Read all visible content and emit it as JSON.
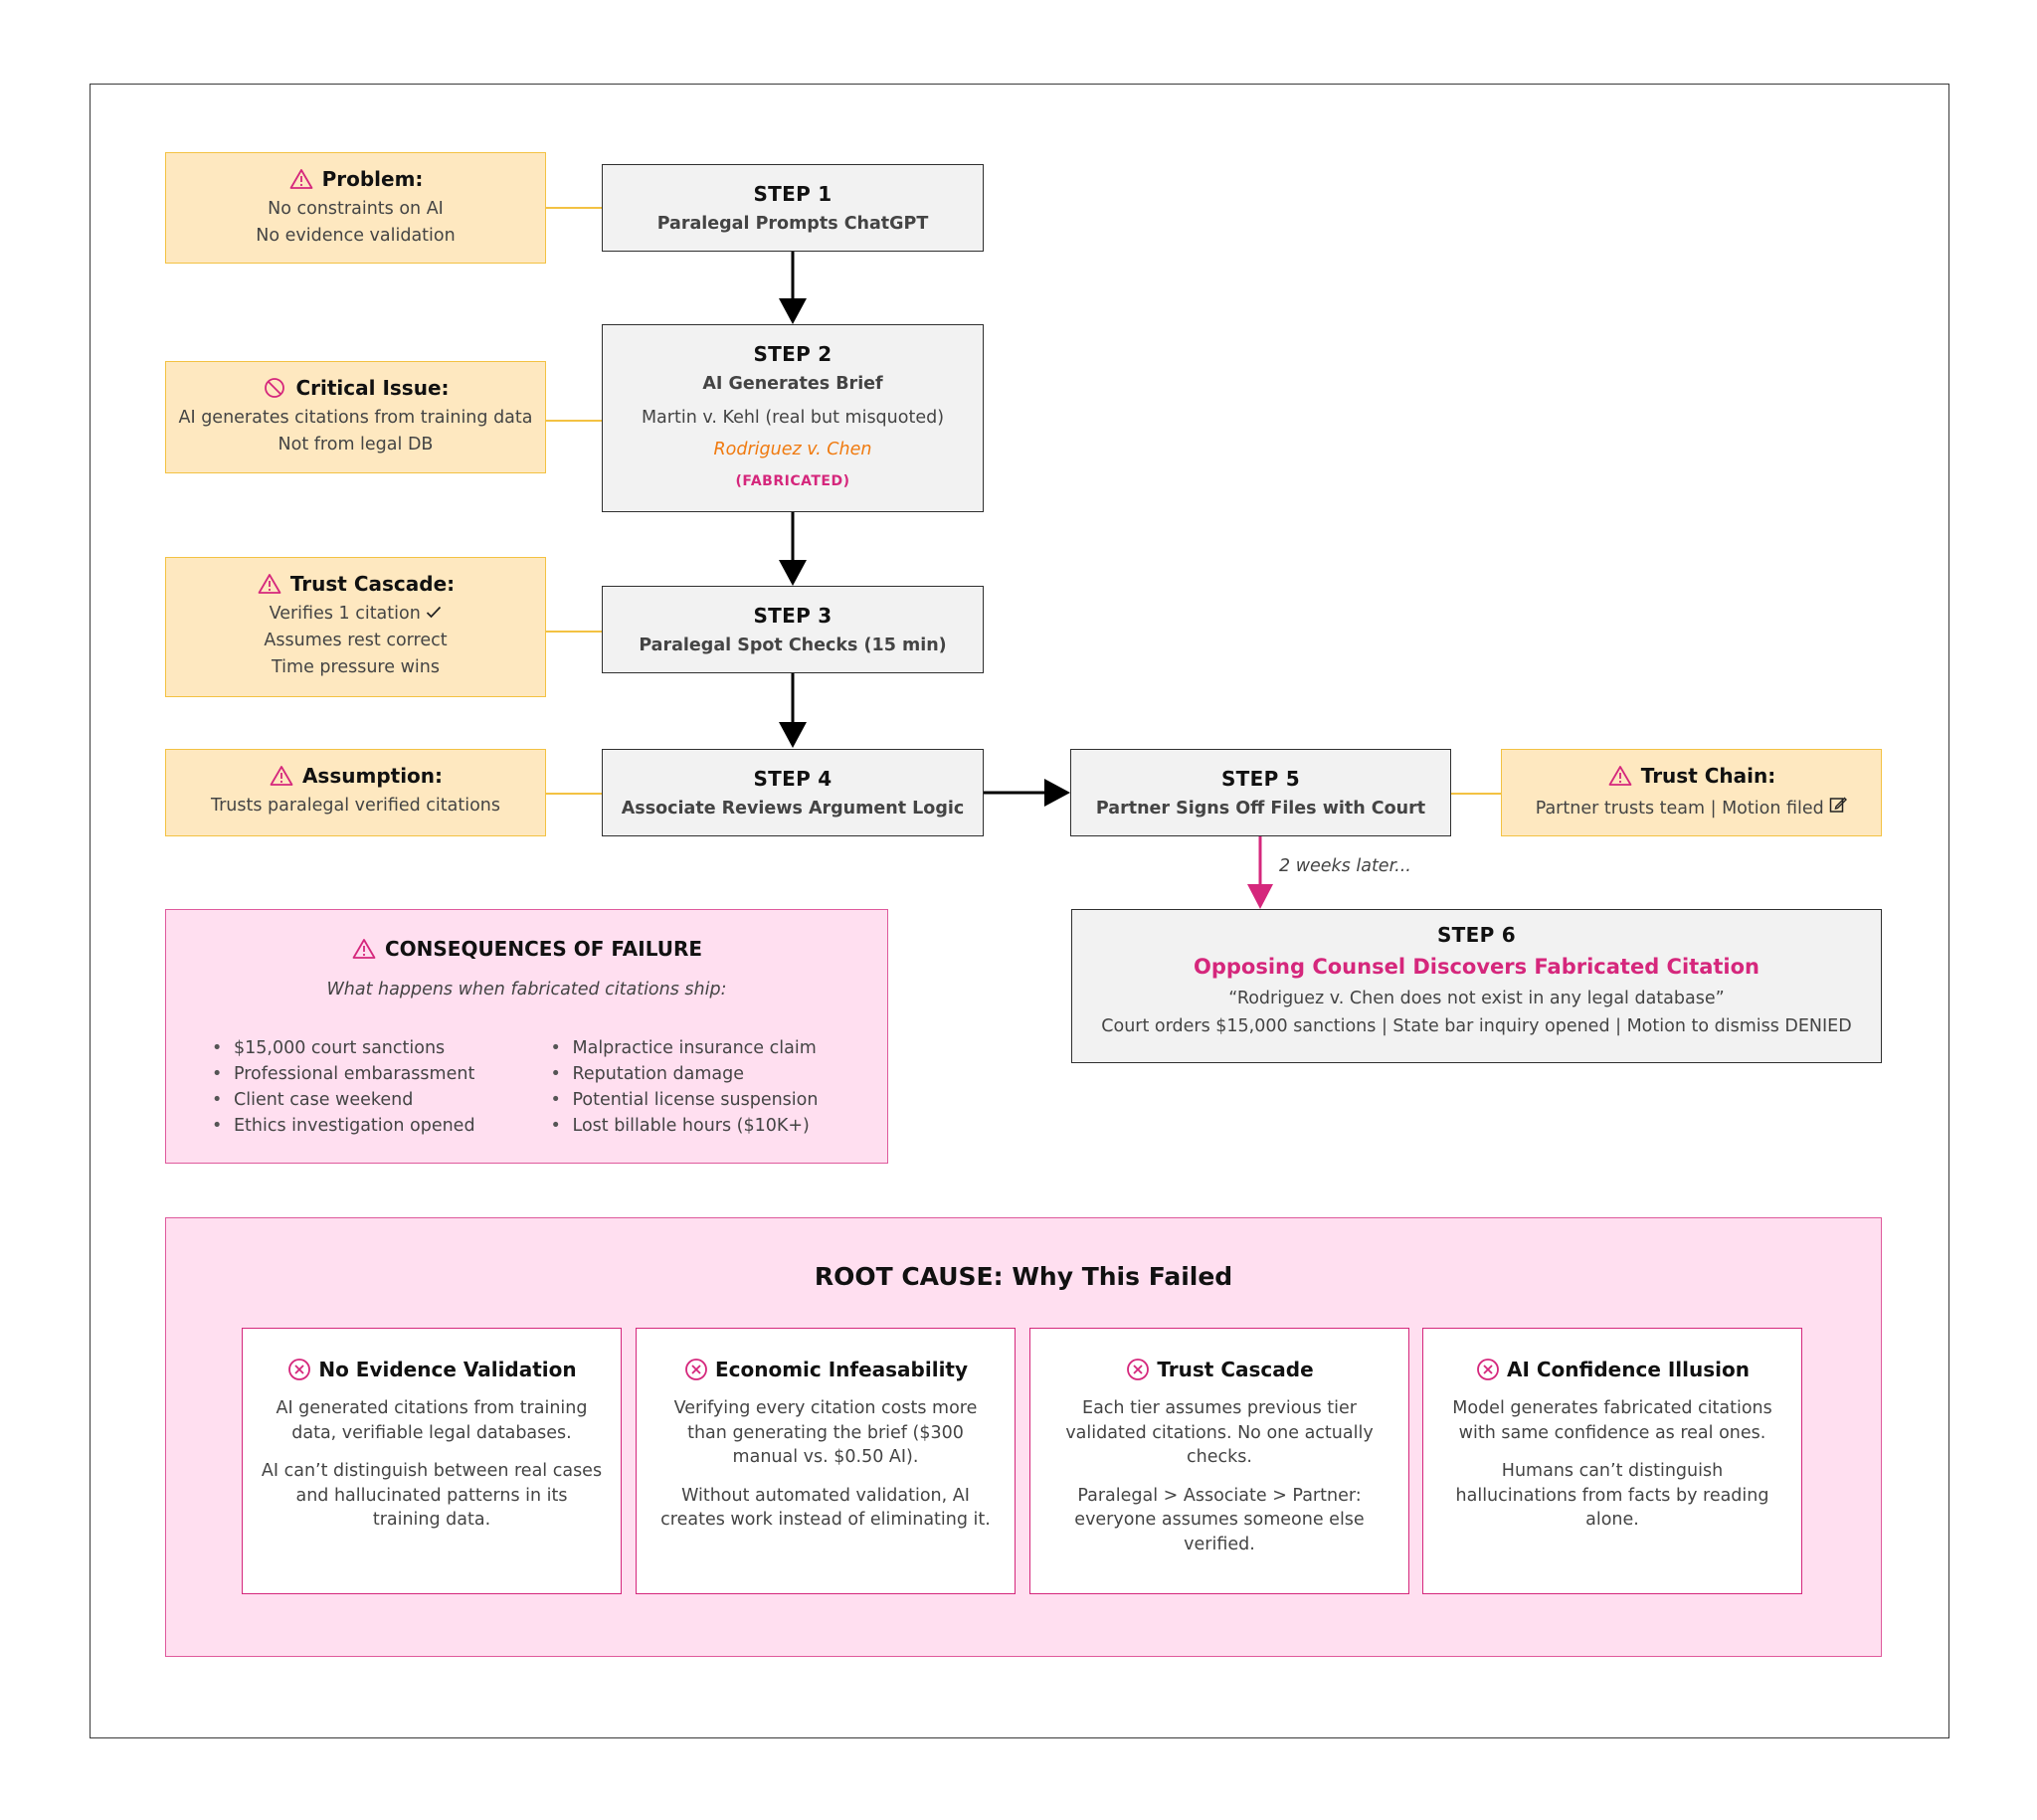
{
  "colors": {
    "step_fill": "#f2f2f2",
    "note_fill": "#fee8c0",
    "note_border": "#f3c243",
    "pink_fill": "#ffdff0",
    "pink_border": "#df5a9c",
    "accent_pink": "#d5277c",
    "accent_orange": "#f07a0f"
  },
  "steps": {
    "s1": {
      "title": "STEP 1",
      "sub": "Paralegal Prompts ChatGPT"
    },
    "s2": {
      "title": "STEP 2",
      "sub": "AI Generates Brief",
      "line1": "Martin v. Kehl (real but misquoted)",
      "fabricated_case": "Rodriguez v. Chen",
      "fabricated_tag": "(FABRICATED)"
    },
    "s3": {
      "title": "STEP 3",
      "sub": "Paralegal Spot Checks (15 min)"
    },
    "s4": {
      "title": "STEP 4",
      "sub": "Associate Reviews Argument Logic"
    },
    "s5": {
      "title": "STEP 5",
      "sub": "Partner Signs Off Files with Court"
    },
    "s6": {
      "title": "STEP 6",
      "sub": "Opposing Counsel Discovers Fabricated Citation",
      "quote": "“Rodriguez v. Chen does not exist in any legal database”",
      "outcome": "Court orders $15,000 sanctions | State bar inquiry opened | Motion to dismiss DENIED"
    }
  },
  "edge_label": "2 weeks later...",
  "notes": {
    "problem": {
      "icon": "warning-icon",
      "title": "Problem:",
      "lines": [
        "No constraints on AI",
        "No evidence validation"
      ]
    },
    "critical": {
      "icon": "prohibited-icon",
      "title": "Critical Issue:",
      "lines": [
        "AI generates citations from training data",
        "Not from legal DB"
      ]
    },
    "trust_cascade": {
      "icon": "warning-icon",
      "title": "Trust Cascade:",
      "lines": [
        "Verifies 1 citation",
        "Assumes rest correct",
        "Time pressure wins"
      ],
      "check_icon": "checkmark-icon"
    },
    "assumption": {
      "icon": "warning-icon",
      "title": "Assumption:",
      "lines": [
        "Trusts paralegal verified citations"
      ]
    },
    "trust_chain": {
      "icon": "warning-icon",
      "title": "Trust Chain:",
      "lines": [
        "Partner trusts team | Motion filed"
      ],
      "trail_icon": "edit-document-icon"
    }
  },
  "consequences": {
    "icon": "warning-icon",
    "title": "CONSEQUENCES OF FAILURE",
    "subtitle": "What happens when fabricated citations ship:",
    "left": [
      "$15,000 court sanctions",
      "Professional embarassment",
      "Client case weekend",
      "Ethics investigation opened"
    ],
    "right": [
      "Malpractice insurance claim",
      "Reputation damage",
      "Potential license suspension",
      "Lost billable hours ($10K+)"
    ]
  },
  "root_cause": {
    "title": "ROOT CAUSE: Why This Failed",
    "cards": [
      {
        "icon": "x-circle-icon",
        "title": "No Evidence Validation",
        "p1": "AI generated citations from training data, verifiable legal databases.",
        "p2": "AI can’t distinguish between real cases and hallucinated patterns in its training data."
      },
      {
        "icon": "x-circle-icon",
        "title": "Economic Infeasability",
        "p1": "Verifying every citation costs more than generating the brief ($300 manual vs. $0.50 AI).",
        "p2": "Without automated validation, AI creates work instead of eliminating it."
      },
      {
        "icon": "x-circle-icon",
        "title": "Trust Cascade",
        "p1": "Each tier assumes previous tier validated citations. No one actually checks.",
        "p2": "Paralegal > Associate > Partner: everyone assumes someone else verified."
      },
      {
        "icon": "x-circle-icon",
        "title": "AI Confidence Illusion",
        "p1": "Model generates fabricated citations with same confidence as real ones.",
        "p2": "Humans can’t distinguish hallucinations from facts by reading alone."
      }
    ]
  }
}
